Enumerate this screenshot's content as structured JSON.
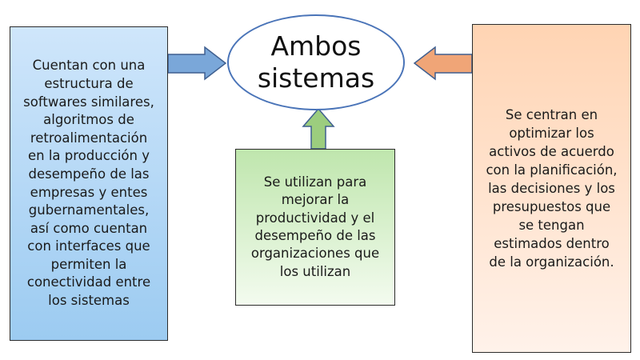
{
  "center": {
    "title": "Ambos\nsistemas"
  },
  "left_box": {
    "text": "Cuentan con una\nestructura de\nsoftwares similares,\nalgoritmos de\nretroalimentación\nen la producción y\ndesempeño de las\nempresas y entes\ngubernamentales,\nasí como cuentan\ncon interfaces que\npermiten la\nconectividad entre\nlos sistemas"
  },
  "center_box": {
    "text": "Se utilizan para\nmejorar la\nproductividad y el\ndesempeño de las\norganizaciones que\nlos utilizan"
  },
  "right_box": {
    "text": "Se centran en\noptimizar los\nactivos de acuerdo\ncon la planificación,\nlas decisiones y los\npresupuestos que\nse tengan\nestimados dentro\nde la organización."
  },
  "colors": {
    "left_box": "#aed3f3",
    "center_box": "#d8f0cc",
    "right_box": "#ffe0c8",
    "ellipse_border": "#4a74b8",
    "arrow_blue": "#7aa7d9",
    "arrow_orange": "#f0a577",
    "arrow_green": "#9ccd7e"
  }
}
